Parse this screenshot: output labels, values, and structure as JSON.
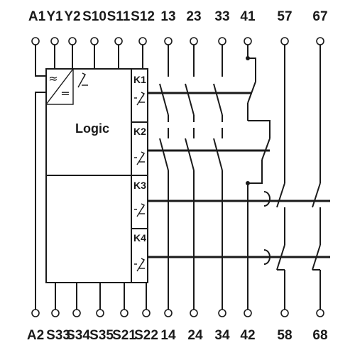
{
  "top_terminals": [
    "A1",
    "Y1",
    "Y2",
    "S10",
    "S11",
    "S12",
    "13",
    "23",
    "33",
    "41",
    "57",
    "67"
  ],
  "bottom_terminals": [
    "A2",
    "S33",
    "S34",
    "S35",
    "S21",
    "S22",
    "14",
    "24",
    "34",
    "42",
    "58",
    "68"
  ],
  "logic_label": "Logic",
  "relays": [
    "K1",
    "K2",
    "K3",
    "K4"
  ],
  "power_symbols": {
    "ac": "≈",
    "dc": "="
  }
}
